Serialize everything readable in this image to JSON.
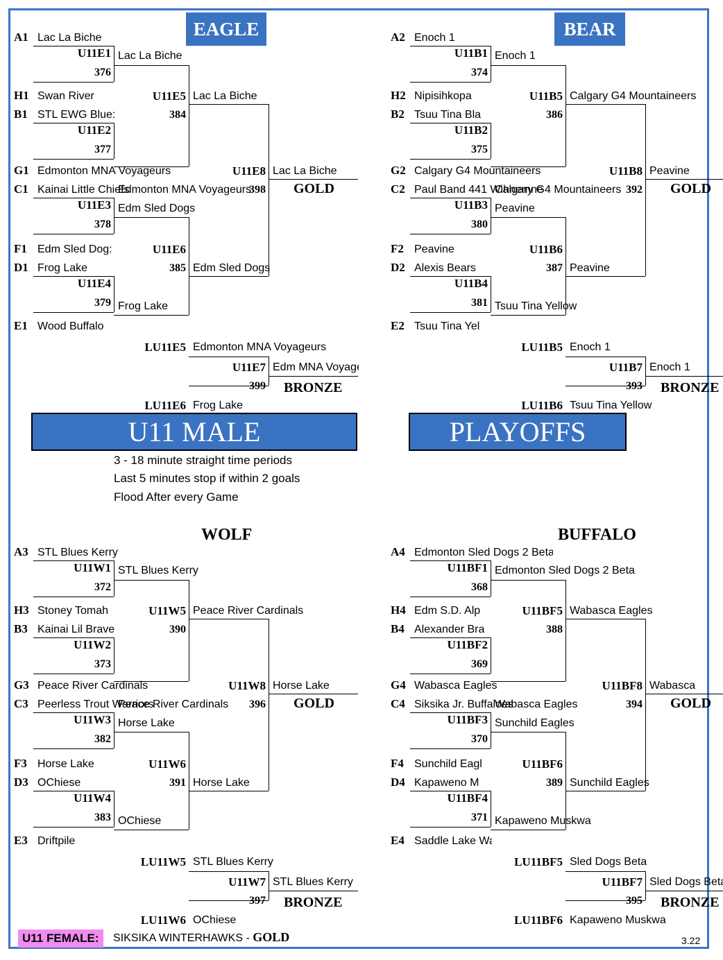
{
  "eagle": {
    "title": "EAGLE",
    "seeds": {
      "A1": "Lac La Biche",
      "H1": "Swan River",
      "B1": "STL EWG Blue:",
      "G1": "Edmonton MNA Voyageurs",
      "C1": "Kainai Little Chiefs",
      "F1": "Edm Sled Dog:",
      "D1": "Frog Lake",
      "E1": "Wood Buffalo"
    },
    "seed_labels": {
      "A1": "A1",
      "H1": "H1",
      "B1": "B1",
      "G1": "G1",
      "C1": "C1",
      "F1": "F1",
      "D1": "D1",
      "E1": "E1"
    },
    "games": {
      "g1": {
        "code": "U11E1",
        "num": "376",
        "winner": "Lac La Biche"
      },
      "g2": {
        "code": "U11E2",
        "num": "377",
        "winner": "Edmonton MNA Voyageurs"
      },
      "g3": {
        "code": "U11E3",
        "num": "378",
        "winner": "Edm Sled Dogs"
      },
      "g4": {
        "code": "U11E4",
        "num": "379",
        "winner": "Frog Lake"
      },
      "g5": {
        "code": "U11E5",
        "num": "384",
        "winner": "Lac La Biche"
      },
      "g6": {
        "code": "U11E6",
        "num": "385",
        "winner": "Edm Sled Dogs"
      },
      "g8": {
        "code": "U11E8",
        "num": "398",
        "winner": "Lac La Biche",
        "medal": "GOLD"
      },
      "g7": {
        "code": "U11E7",
        "num": "399",
        "winner": "Edm MNA Voyageurs",
        "medal": "BRONZE"
      }
    },
    "l5": {
      "code": "LU11E5",
      "team": "Edmonton MNA Voyageurs"
    },
    "l6": {
      "code": "LU11E6",
      "team": "Frog Lake"
    }
  },
  "bear": {
    "title": "BEAR",
    "seeds": {
      "A2": "Enoch 1",
      "H2": "Nipisihkopa",
      "B2": "Tsuu Tina Bla",
      "G2": "Calgary G4 Mountaineers",
      "C2": "Paul Band 441 Wihnemne",
      "F2": "Peavine",
      "D2": "Alexis Bears",
      "E2": "Tsuu Tina Yel"
    },
    "seed_labels": {
      "A2": "A2",
      "H2": "H2",
      "B2": "B2",
      "G2": "G2",
      "C2": "C2",
      "F2": "F2",
      "D2": "D2",
      "E2": "E2"
    },
    "games": {
      "g1": {
        "code": "U11B1",
        "num": "374",
        "winner": "Enoch 1"
      },
      "g2": {
        "code": "U11B2",
        "num": "375",
        "winner": "Calgary G4 Mountaineers"
      },
      "g3": {
        "code": "U11B3",
        "num": "380",
        "winner": "Peavine"
      },
      "g4": {
        "code": "U11B4",
        "num": "381",
        "winner": "Tsuu Tina Yellow"
      },
      "g5": {
        "code": "U11B5",
        "num": "386",
        "winner": "Calgary G4 Mountaineers"
      },
      "g6": {
        "code": "U11B6",
        "num": "387",
        "winner": "Peavine"
      },
      "g8": {
        "code": "U11B8",
        "num": "392",
        "winner": "Peavine",
        "medal": "GOLD"
      },
      "g7": {
        "code": "U11B7",
        "num": "393",
        "winner": "Enoch 1",
        "medal": "BRONZE"
      }
    },
    "l5": {
      "code": "LU11B5",
      "team": "Enoch 1"
    },
    "l6": {
      "code": "LU11B6",
      "team": "Tsuu Tina Yellow"
    }
  },
  "banner": {
    "left": "U11 MALE",
    "right": "PLAYOFFS"
  },
  "notes": [
    "3 - 18 minute straight time periods",
    "Last 5 minutes stop if within 2 goals",
    "Flood After every Game"
  ],
  "wolf": {
    "title": "WOLF",
    "seeds": {
      "A3": "STL Blues Kerry",
      "H3": "Stoney Tomah",
      "B3": "Kainai Lil Brave",
      "G3": "Peace River Cardinals",
      "C3": "Peerless Trout Warriors",
      "F3": "Horse Lake",
      "D3": "OChiese",
      "E3": "Driftpile"
    },
    "seed_labels": {
      "A3": "A3",
      "H3": "H3",
      "B3": "B3",
      "G3": "G3",
      "C3": "C3",
      "F3": "F3",
      "D3": "D3",
      "E3": "E3"
    },
    "games": {
      "g1": {
        "code": "U11W1",
        "num": "372",
        "winner": "STL Blues Kerry"
      },
      "g2": {
        "code": "U11W2",
        "num": "373",
        "winner": "Peace River Cardinals"
      },
      "g3": {
        "code": "U11W3",
        "num": "382",
        "winner": "Horse Lake"
      },
      "g4": {
        "code": "U11W4",
        "num": "383",
        "winner": "OChiese"
      },
      "g5": {
        "code": "U11W5",
        "num": "390",
        "winner": "Peace River Cardinals"
      },
      "g6": {
        "code": "U11W6",
        "num": "391",
        "winner": "Horse Lake"
      },
      "g8": {
        "code": "U11W8",
        "num": "396",
        "winner": "Horse Lake",
        "medal": "GOLD"
      },
      "g7": {
        "code": "U11W7",
        "num": "397",
        "winner": "STL Blues Kerry",
        "medal": "BRONZE"
      }
    },
    "l5": {
      "code": "LU11W5",
      "team": "STL Blues Kerry"
    },
    "l6": {
      "code": "LU11W6",
      "team": "OChiese"
    }
  },
  "buffalo": {
    "title": "BUFFALO",
    "seeds": {
      "A4": "Edmonton Sled Dogs 2 Beta",
      "H4": "Edm S.D. Alp",
      "B4": "Alexander Bra",
      "G4": "Wabasca Eagles",
      "C4": "Siksika Jr. Buffaloes",
      "F4": "Sunchild Eagl",
      "D4": "Kapaweno M",
      "E4": "Saddle Lake Warriors"
    },
    "seed_labels": {
      "A4": "A4",
      "H4": "H4",
      "B4": "B4",
      "G4": "G4",
      "C4": "C4",
      "F4": "F4",
      "D4": "D4",
      "E4": "E4"
    },
    "games": {
      "g1": {
        "code": "U11BF1",
        "num": "368",
        "winner": "Edmonton Sled Dogs 2 Beta"
      },
      "g2": {
        "code": "U11BF2",
        "num": "369",
        "winner": "Wabasca Eagles"
      },
      "g3": {
        "code": "U11BF3",
        "num": "370",
        "winner": "Sunchild Eagles"
      },
      "g4": {
        "code": "U11BF4",
        "num": "371",
        "winner": "Kapaweno Muskwa"
      },
      "g5": {
        "code": "U11BF5",
        "num": "388",
        "winner": "Wabasca Eagles"
      },
      "g6": {
        "code": "U11BF6",
        "num": "389",
        "winner": "Sunchild Eagles"
      },
      "g8": {
        "code": "U11BF8",
        "num": "394",
        "winner": "Wabasca",
        "medal": "GOLD"
      },
      "g7": {
        "code": "U11BF7",
        "num": "395",
        "winner": "Sled Dogs Beta",
        "medal": "BRONZE"
      }
    },
    "l5": {
      "code": "LU11BF5",
      "team": "Sled Dogs Beta"
    },
    "l6": {
      "code": "LU11BF6",
      "team": "Kapaweno Muskwa"
    }
  },
  "footer": {
    "female_label": "U11 FEMALE:",
    "female_team": "SIKSIKA WINTERHAWKS",
    "dash": " - ",
    "female_medal": "GOLD",
    "version": "3.22"
  },
  "colors": {
    "header_blue": "#3a73c2",
    "frame_blue": "#3e74c7",
    "female_pink": "#f08cf0"
  }
}
